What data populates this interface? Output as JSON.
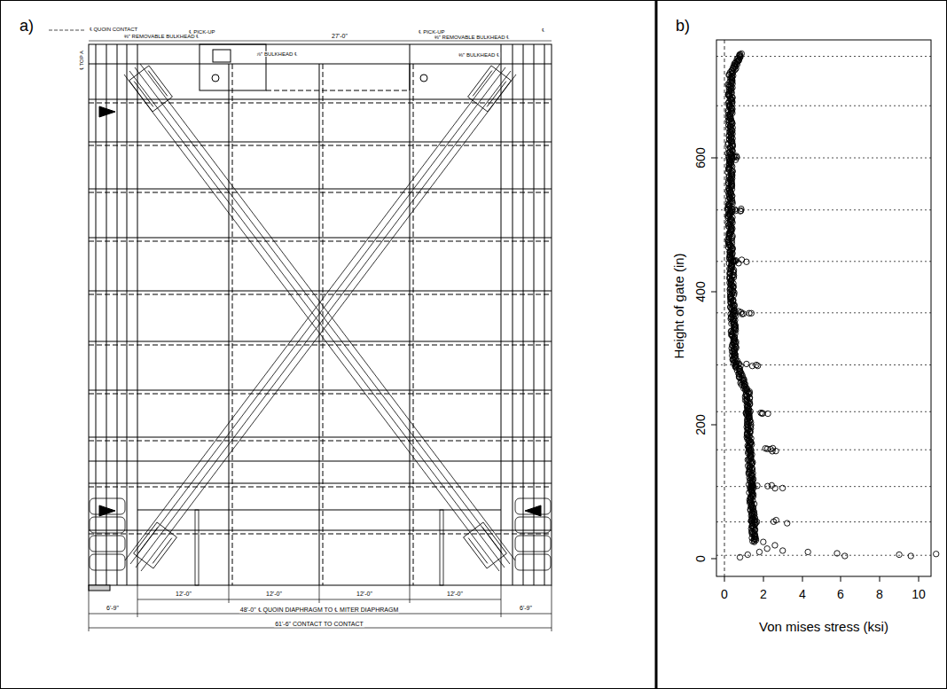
{
  "diagram": {
    "labels": [
      "a)",
      "℄ TOP A",
      "℄ QUOIN CONTACT",
      "⅜\" REMOVABLE BULKHEAD ℄",
      "℄ PICK-UP",
      "27'-0\"",
      "℄ PICK-UP",
      "⅜\" REMOVABLE BULKHEAD ℄",
      "℄",
      "⅞\" BULKHEAD ℄",
      "⅜\" BULKHEAD ℄",
      "12'-0\"",
      "12'-0\"",
      "12'-0\"",
      "12'-0\"",
      "6'-9\"",
      "6'-9\"",
      "48'-0\" ℄ QUOIN DIAPHRAGM TO ℄ MITER DIAPHRAGM",
      "61'-6\" CONTACT TO CONTACT",
      "b)",
      "0",
      "200",
      "400",
      "600",
      "0",
      "2",
      "4",
      "6",
      "8",
      "10",
      "Height of gate (in)",
      "Von mises stress (ksi)"
    ]
  }
}
